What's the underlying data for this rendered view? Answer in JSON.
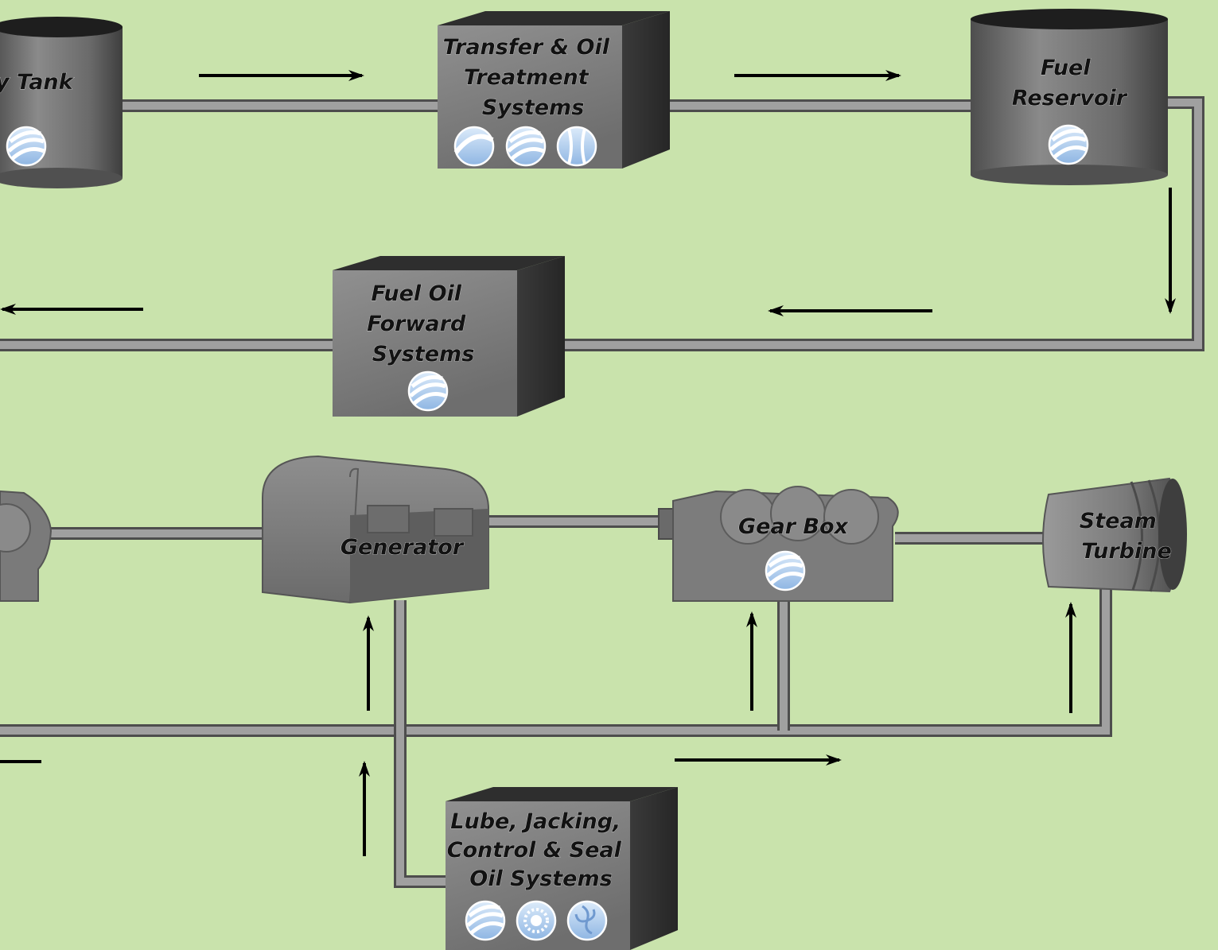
{
  "components": {
    "day_tank": {
      "label_lines": [
        "y Tank"
      ]
    },
    "transfer_treatment": {
      "label_lines": [
        "Transfer & Oil",
        "Treatment",
        "Systems"
      ]
    },
    "fuel_reservoir": {
      "label_lines": [
        "Fuel",
        "Reservoir"
      ]
    },
    "fuel_oil_forward": {
      "label_lines": [
        "Fuel Oil",
        "Forward",
        "Systems"
      ]
    },
    "generator": {
      "label_lines": [
        "Generator"
      ]
    },
    "gear_box": {
      "label_lines": [
        "Gear Box"
      ]
    },
    "steam_turbine": {
      "label_lines": [
        "Steam",
        "Turbine"
      ]
    },
    "lube_systems": {
      "label_lines": [
        "Lube, Jacking,",
        "Control & Seal",
        "Oil Systems"
      ]
    }
  },
  "icons": {
    "day_tank": [
      "filter-badge-icon"
    ],
    "transfer_treatment": [
      "separator-badge-icon",
      "filter-badge-icon",
      "strainer-badge-icon"
    ],
    "fuel_reservoir": [
      "filter-badge-icon"
    ],
    "fuel_oil_forward": [
      "filter-badge-icon"
    ],
    "gear_box": [
      "filter-badge-icon"
    ],
    "lube_systems": [
      "filter-badge-icon",
      "gear-pump-badge-icon",
      "swirl-badge-icon"
    ]
  },
  "colors": {
    "background": "#c9e3ac",
    "pipe": "#9c9c9c",
    "equipment": "#6e6e6e",
    "arrow": "#000000",
    "badge": "#a9c8ec"
  }
}
